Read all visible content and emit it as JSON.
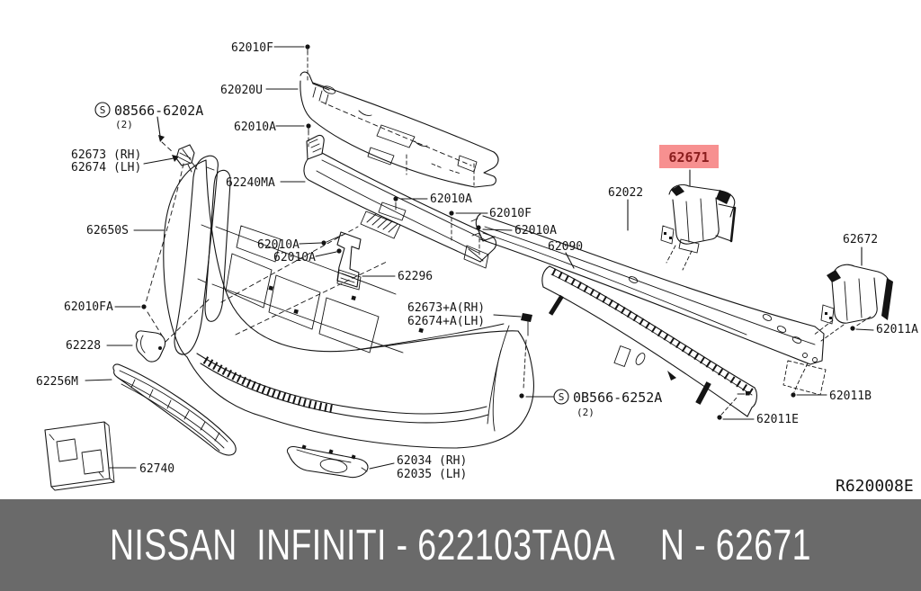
{
  "footer": {
    "left": "NISSAN  INFINITI - 622103TA0A",
    "right": "N - 62671",
    "bg": "#6a6a6a",
    "fg": "#ffffff"
  },
  "highlight": {
    "text": "62671",
    "bg": "#f79090",
    "fg": "#8b1e1e"
  },
  "screw_symbol": "S",
  "drawing_ref": "R620008E",
  "labels": [
    {
      "id": "62010f-top",
      "text": "62010F"
    },
    {
      "id": "62020u",
      "text": "62020U"
    },
    {
      "id": "screw-6202a",
      "text": "08566-6202A"
    },
    {
      "id": "screw-6202a-qty",
      "text": "(2)"
    },
    {
      "id": "62010a-1",
      "text": "62010A"
    },
    {
      "id": "62673-rh",
      "text": "62673 (RH)"
    },
    {
      "id": "62674-lh",
      "text": "62674 (LH)"
    },
    {
      "id": "62240ma",
      "text": "62240MA"
    },
    {
      "id": "62010a-2",
      "text": "62010A"
    },
    {
      "id": "62010f-2",
      "text": "62010F"
    },
    {
      "id": "62010a-3",
      "text": "62010A"
    },
    {
      "id": "62650s",
      "text": "62650S"
    },
    {
      "id": "62010a-4",
      "text": "62010A"
    },
    {
      "id": "62010a-5",
      "text": "62010A"
    },
    {
      "id": "62022",
      "text": "62022"
    },
    {
      "id": "62671",
      "text": "62671"
    },
    {
      "id": "62672",
      "text": "62672"
    },
    {
      "id": "62090",
      "text": "62090"
    },
    {
      "id": "62296",
      "text": "62296"
    },
    {
      "id": "62010fa",
      "text": "62010FA"
    },
    {
      "id": "62673a-rh",
      "text": "62673+A(RH)"
    },
    {
      "id": "62674a-lh",
      "text": "62674+A(LH)"
    },
    {
      "id": "62228",
      "text": "62228"
    },
    {
      "id": "62256m",
      "text": "62256M"
    },
    {
      "id": "screw-6252a",
      "text": "0B566-6252A"
    },
    {
      "id": "screw-6252a-qty",
      "text": "(2)"
    },
    {
      "id": "62011a",
      "text": "62011A"
    },
    {
      "id": "62011b",
      "text": "62011B"
    },
    {
      "id": "62011e",
      "text": "62011E"
    },
    {
      "id": "62740",
      "text": "62740"
    },
    {
      "id": "62034-rh",
      "text": "62034 (RH)"
    },
    {
      "id": "62035-lh",
      "text": "62035 (LH)"
    }
  ]
}
